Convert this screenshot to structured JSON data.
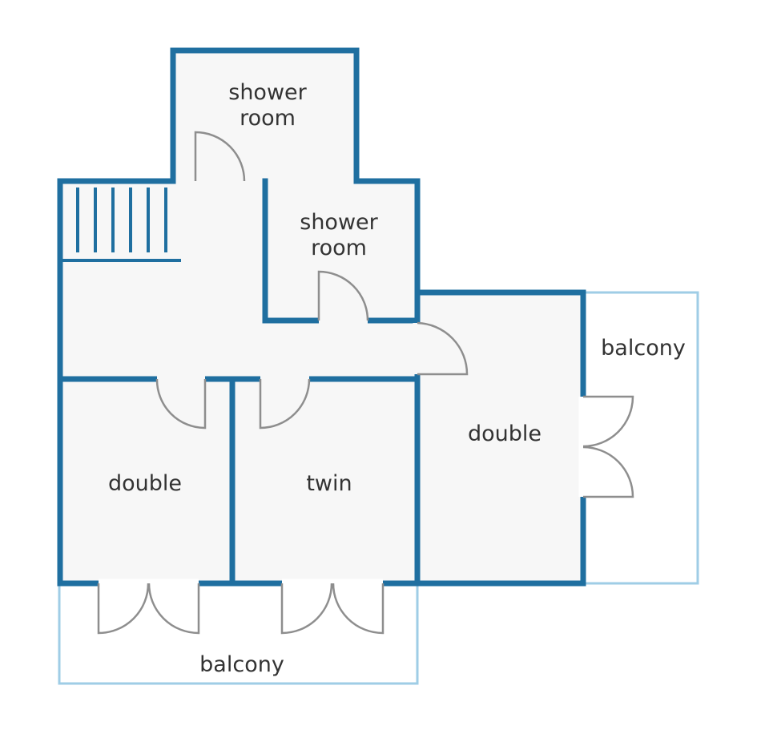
{
  "rooms": {
    "shower_top": {
      "line1": "shower",
      "line2": "room"
    },
    "shower_mid": {
      "line1": "shower",
      "line2": "room"
    },
    "double_right": {
      "label": "double"
    },
    "double_left": {
      "label": "double"
    },
    "twin": {
      "label": "twin"
    },
    "balcony_right": {
      "label": "balcony"
    },
    "balcony_bottom": {
      "label": "balcony"
    }
  },
  "colors": {
    "wall": "#1f6fa0",
    "balcony_outline": "#9fcde6",
    "door": "#8e8e8e",
    "room_fill": "#f7f7f7",
    "text": "#333333"
  }
}
